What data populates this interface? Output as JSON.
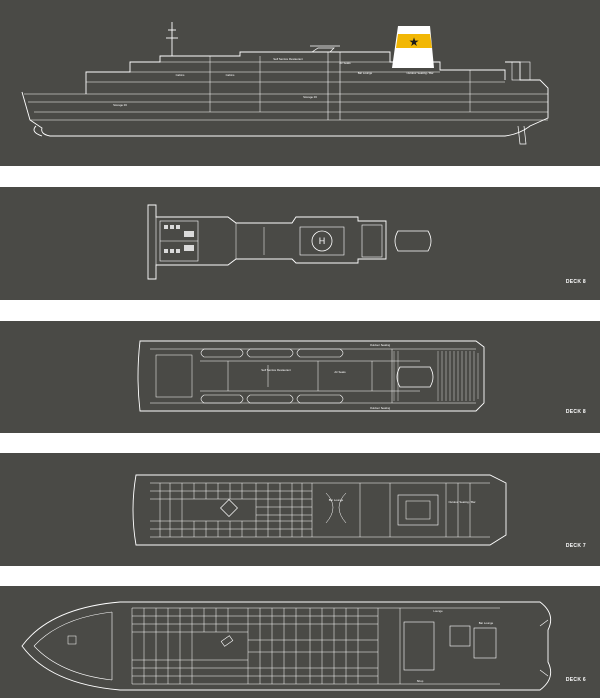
{
  "colors": {
    "background": "#4a4a46",
    "line": "#ffffff",
    "funnel": "#f2b705",
    "star": "#1a1a1a"
  },
  "decks": [
    {
      "label": "DECK 8"
    },
    {
      "label": "DECK 8"
    },
    {
      "label": "DECK 7"
    },
    {
      "label": "DECK 6"
    }
  ],
  "profile": {
    "labels": {
      "self_service": "Self Service Restaurant",
      "cabins": "Cabins",
      "storage": "Storage 03",
      "outdoor": "Outdoor Seating / Bar",
      "bar_lounge": "Bar Lounge",
      "air_seats": "Air Seats"
    }
  },
  "deck8_upper": {
    "labels": {
      "restaurant": "Self Service Restaurant",
      "air_seats": "Air Seats",
      "outdoor_1": "Outdoor Seating",
      "outdoor_2": "Outdoor Seating"
    }
  },
  "deck7": {
    "labels": {
      "lounge": "Bar Lounge",
      "outdoor": "Outdoor Seating / Bar"
    }
  },
  "deck6": {
    "labels": {
      "lounge": "Lounge",
      "bar": "Bar Lounge",
      "shop": "Shop"
    }
  }
}
